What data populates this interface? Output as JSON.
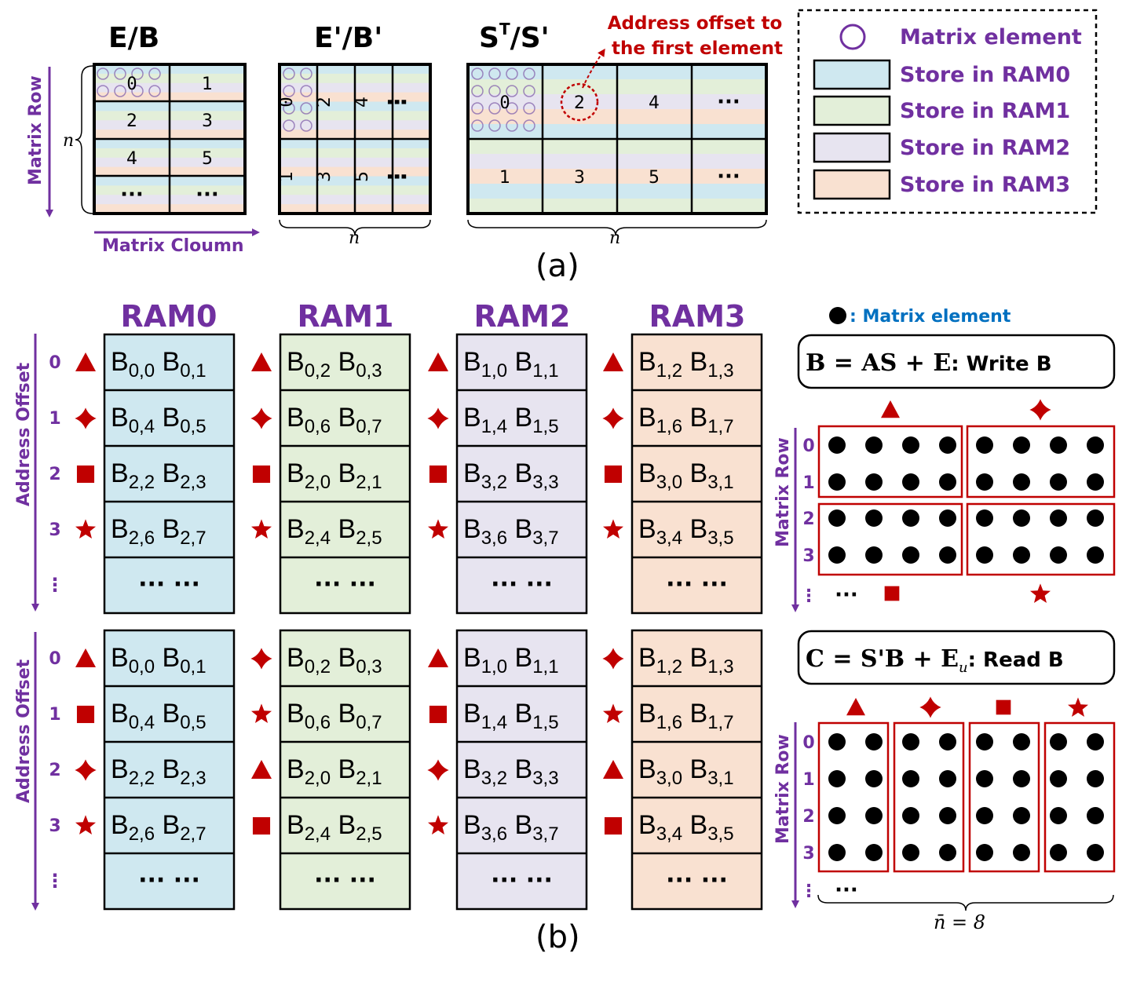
{
  "colors": {
    "ram0": "#cfe8f0",
    "ram1": "#e3efd9",
    "ram2": "#e7e4f0",
    "ram3": "#f9e1d1",
    "purple": "#7030a0",
    "red": "#c00000",
    "blue": "#0070c0"
  },
  "panel_a": {
    "titles": [
      "E/B",
      "E'/B'",
      "S",
      "T",
      "/S'"
    ],
    "eb_cells": [
      "0",
      "1",
      "2",
      "3",
      "4",
      "5",
      "···",
      "···"
    ],
    "ebp_cells": [
      "0",
      "2",
      "4",
      "⋮",
      "1",
      "3",
      "5",
      "⋮"
    ],
    "st_cells": [
      "0",
      "2",
      "4",
      "···",
      "1",
      "3",
      "5",
      "···"
    ],
    "matrix_row": "Matrix Row",
    "matrix_column": "Matrix Cloumn",
    "n": "n",
    "address_note": [
      "Address offset to",
      "the first element"
    ],
    "legend": [
      "Matrix element",
      "Store in RAM0",
      "Store in RAM1",
      "Store in RAM2",
      "Store in RAM3"
    ],
    "caption": "(a)"
  },
  "panel_b": {
    "ram_titles": [
      "RAM0",
      "RAM1",
      "RAM2",
      "RAM3"
    ],
    "address_offset_label": "Address Offset",
    "offsets": [
      "0",
      "1",
      "2",
      "3",
      "⋮"
    ],
    "write_rows": [
      [
        [
          "0,0",
          "0,1"
        ],
        [
          "0,2",
          "0,3"
        ],
        [
          "1,0",
          "1,1"
        ],
        [
          "1,2",
          "1,3"
        ]
      ],
      [
        [
          "0,4",
          "0,5"
        ],
        [
          "0,6",
          "0,7"
        ],
        [
          "1,4",
          "1,5"
        ],
        [
          "1,6",
          "1,7"
        ]
      ],
      [
        [
          "2,2",
          "2,3"
        ],
        [
          "2,0",
          "2,1"
        ],
        [
          "3,2",
          "3,3"
        ],
        [
          "3,0",
          "3,1"
        ]
      ],
      [
        [
          "2,6",
          "2,7"
        ],
        [
          "2,4",
          "2,5"
        ],
        [
          "3,6",
          "3,7"
        ],
        [
          "3,4",
          "3,5"
        ]
      ]
    ],
    "write_markers": [
      "triangle",
      "sparkle",
      "square",
      "star"
    ],
    "read_markers": [
      [
        "triangle",
        "sparkle",
        "triangle",
        "sparkle"
      ],
      [
        "square",
        "star",
        "square",
        "star"
      ],
      [
        "sparkle",
        "triangle",
        "sparkle",
        "triangle"
      ],
      [
        "star",
        "square",
        "star",
        "square"
      ]
    ],
    "ellipsis_cell": "···",
    "b_letter": "B",
    "legend_text": ": Matrix element",
    "write_formula": "B = AS + E",
    "write_suffix": ": Write B",
    "read_formula": "C = S'B + E",
    "read_formula_sub": "u",
    "read_suffix": ": Read B",
    "matrix_row": "Matrix Row",
    "row_labels": [
      "0",
      "1",
      "2",
      "3",
      "⋮"
    ],
    "nbar": "n̄ = 8",
    "caption": "(b)"
  }
}
